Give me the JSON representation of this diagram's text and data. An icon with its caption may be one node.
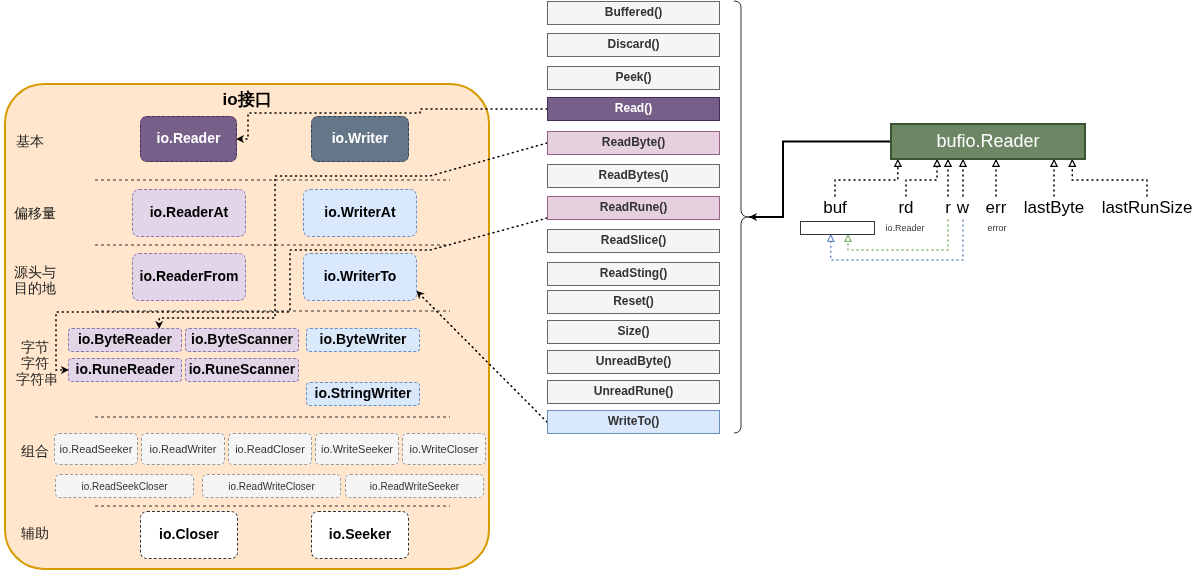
{
  "diagram": {
    "nodes": [
      {
        "text": [
          "io接口"
        ]
      },
      {
        "text": [
          "io.Reader"
        ],
        "in": 0
      },
      {
        "text": [
          "io.Writer"
        ],
        "in": 0
      },
      {
        "text": [
          "io.ReaderAt"
        ],
        "in": 0
      },
      {
        "text": [
          "io.WriterAt"
        ],
        "in": 0
      },
      {
        "text": [
          "io.ReaderFrom"
        ],
        "in": 0
      },
      {
        "text": [
          "io.WriterTo"
        ],
        "in": 0
      },
      {
        "text": [
          "io.ByteReader"
        ],
        "in": 0
      },
      {
        "text": [
          "io.ByteScanner"
        ],
        "in": 0
      },
      {
        "text": [
          "io.ByteWriter"
        ],
        "in": 0
      },
      {
        "text": [
          "io.RuneReader"
        ],
        "in": 0
      },
      {
        "text": [
          "io.RuneScanner"
        ],
        "in": 0
      },
      {
        "text": [
          "io.StringWriter"
        ],
        "in": 0
      },
      {
        "text": [
          "io.ReadSeeker"
        ],
        "in": 0
      },
      {
        "text": [
          "io.ReadWriter"
        ],
        "in": 0
      },
      {
        "text": [
          "io.ReadCloser"
        ],
        "in": 0
      },
      {
        "text": [
          "io.WriteSeeker"
        ],
        "in": 0
      },
      {
        "text": [
          "io.WriteCloser"
        ],
        "in": 0
      },
      {
        "text": [
          "io.ReadSeekCloser"
        ],
        "in": 0
      },
      {
        "text": [
          "io.ReadWriteCloser"
        ],
        "in": 0
      },
      {
        "text": [
          "io.ReadWriteSeeker"
        ],
        "in": 0
      },
      {
        "text": [
          "io.Closer"
        ],
        "in": 0
      },
      {
        "text": [
          "io.Seeker"
        ],
        "in": 0
      },
      {
        "text": [
          "Buffered()"
        ]
      },
      {
        "text": [
          "Discard()"
        ]
      },
      {
        "text": [
          "Peek()"
        ]
      },
      {
        "text": [
          "Read()"
        ]
      },
      {
        "text": [
          "ReadByte()"
        ]
      },
      {
        "text": [
          "ReadBytes()"
        ]
      },
      {
        "text": [
          "ReadRune()"
        ]
      },
      {
        "text": [
          "ReadSlice()"
        ]
      },
      {
        "text": [
          "ReadSting()"
        ]
      },
      {
        "text": [
          "Reset()"
        ]
      },
      {
        "text": [
          "Size()"
        ]
      },
      {
        "text": [
          "UnreadByte()"
        ]
      },
      {
        "text": [
          "UnreadRune()"
        ]
      },
      {
        "text": [
          "WriteTo()"
        ]
      },
      {
        "text": [
          "bufio.Reader"
        ]
      },
      {
        "text": [
          "buf"
        ]
      },
      {
        "text": [
          "rd"
        ],
        "beside": [
          "io.Reader"
        ]
      },
      {
        "text": [
          "r"
        ]
      },
      {
        "text": [
          "w"
        ]
      },
      {
        "text": [
          "err"
        ],
        "beside": [
          "error"
        ]
      },
      {
        "text": [
          "lastByte"
        ]
      },
      {
        "text": [
          "lastRunSize"
        ]
      },
      {
        "text": [],
        "shape": "box"
      },
      {
        "text": [],
        "shape": "brace"
      }
    ],
    "edges": [
      {
        "from": 26,
        "to": 1,
        "arrow": "to",
        "style": "dashed"
      },
      {
        "from": 27,
        "to": 7,
        "arrow": "to",
        "style": "dashed"
      },
      {
        "from": 29,
        "to": 10,
        "arrow": "to",
        "style": "dashed"
      },
      {
        "from": 36,
        "to": 6,
        "arrow": "to",
        "style": "dashed"
      },
      {
        "from": 37,
        "to": 46,
        "arrow": "to"
      },
      {
        "from": 38,
        "to": 37,
        "arrow": "to",
        "style": "dashed"
      },
      {
        "from": 39,
        "to": 37,
        "arrow": "to",
        "style": "dashed"
      },
      {
        "from": 40,
        "to": 37,
        "arrow": "to",
        "style": "dashed"
      },
      {
        "from": 41,
        "to": 37,
        "arrow": "to",
        "style": "dashed"
      },
      {
        "from": 42,
        "to": 37,
        "arrow": "to",
        "style": "dashed"
      },
      {
        "from": 43,
        "to": 37,
        "arrow": "to",
        "style": "dashed"
      },
      {
        "from": 44,
        "to": 37,
        "arrow": "to",
        "style": "dashed"
      },
      {
        "from": 40,
        "to": 45,
        "arrow": "to",
        "style": "dashed",
        "color": "#82b366"
      },
      {
        "from": 41,
        "to": 45,
        "arrow": "to",
        "style": "dashed",
        "color": "#6c8ebf"
      }
    ],
    "labels": [
      "基本",
      "偏移量",
      "源头与目的地",
      "字节",
      "字符",
      "字符串",
      "组合",
      "辅助"
    ]
  }
}
